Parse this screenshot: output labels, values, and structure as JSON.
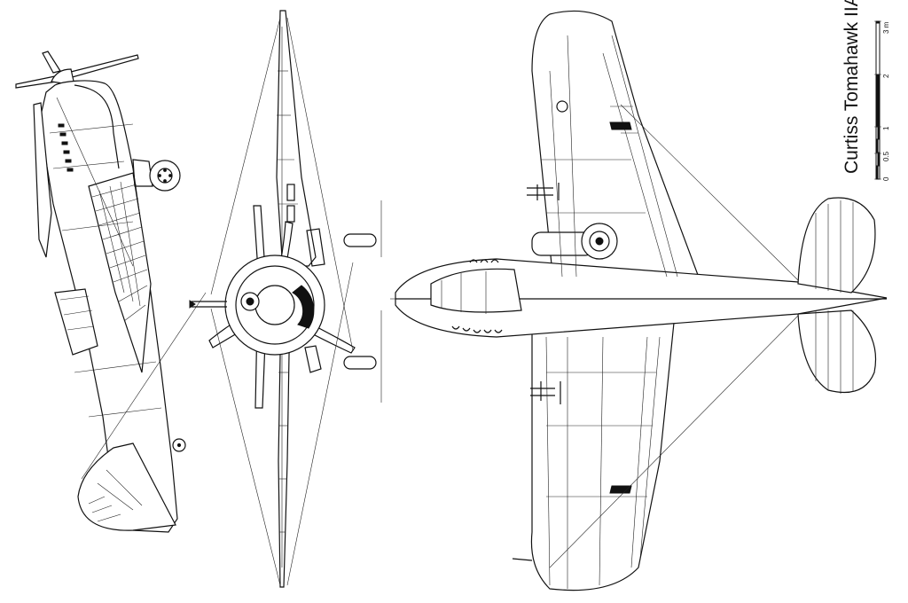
{
  "drawing": {
    "title": "Curtiss Tomahawk IIA",
    "scale": {
      "unit": "m",
      "labels": [
        "0",
        "0.5",
        "1",
        "2",
        "3 m"
      ]
    },
    "views": [
      "side-view",
      "front-view",
      "plan-view"
    ],
    "ink_color": "#111111",
    "paper_color": "#ffffff"
  }
}
